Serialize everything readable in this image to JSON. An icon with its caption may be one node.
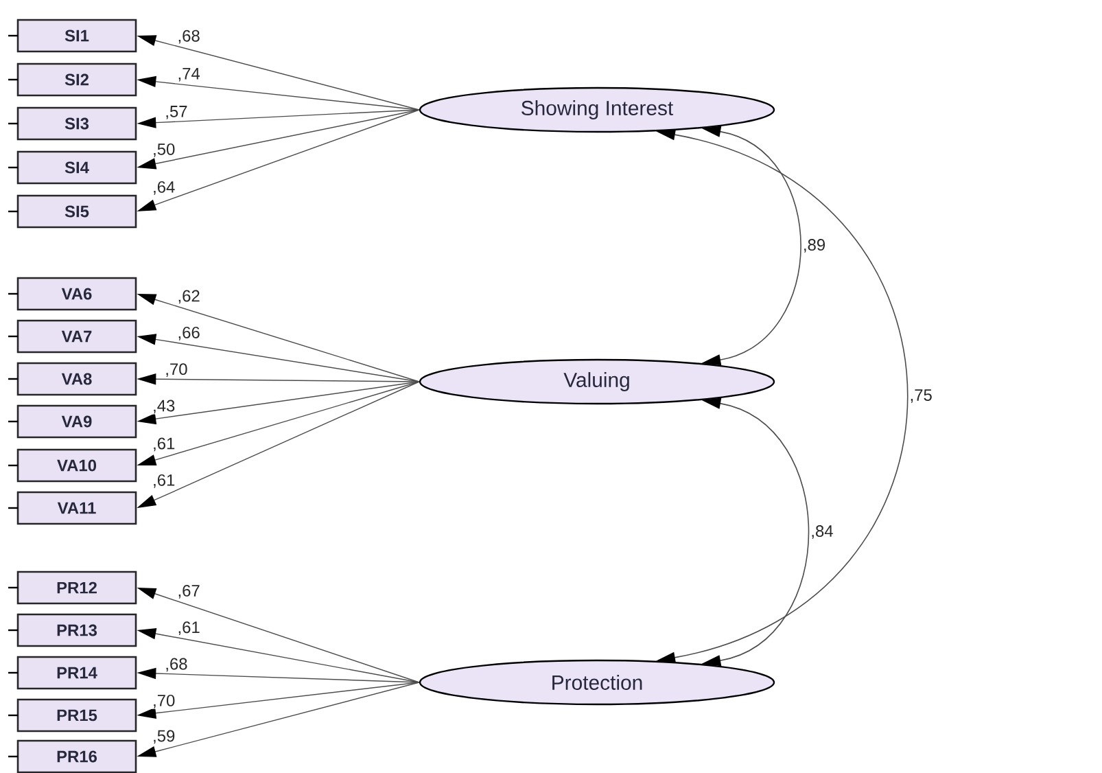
{
  "diagram": {
    "nodes": [
      {
        "text": [
          "SI1"
        ]
      },
      {
        "text": [
          "SI2"
        ]
      },
      {
        "text": [
          "SI3"
        ]
      },
      {
        "text": [
          "SI4"
        ]
      },
      {
        "text": [
          "SI5"
        ]
      },
      {
        "text": [
          "Showing Interest"
        ]
      },
      {
        "text": [
          "VA6"
        ]
      },
      {
        "text": [
          "VA7"
        ]
      },
      {
        "text": [
          "VA8"
        ]
      },
      {
        "text": [
          "VA9"
        ]
      },
      {
        "text": [
          "VA10"
        ]
      },
      {
        "text": [
          "VA11"
        ]
      },
      {
        "text": [
          "Valuing"
        ]
      },
      {
        "text": [
          "PR12"
        ]
      },
      {
        "text": [
          "PR13"
        ]
      },
      {
        "text": [
          "PR14"
        ]
      },
      {
        "text": [
          "PR15"
        ]
      },
      {
        "text": [
          "PR16"
        ]
      },
      {
        "text": [
          "Protection"
        ]
      }
    ],
    "edges": [
      {
        "from": 5,
        "to": 0,
        "arrow": "to",
        "label": ",68"
      },
      {
        "from": 5,
        "to": 1,
        "arrow": "to",
        "label": ",74"
      },
      {
        "from": 5,
        "to": 2,
        "arrow": "to",
        "label": ",57"
      },
      {
        "from": 5,
        "to": 3,
        "arrow": "to",
        "label": ",50"
      },
      {
        "from": 5,
        "to": 4,
        "arrow": "to",
        "label": ",64"
      },
      {
        "from": 12,
        "to": 6,
        "arrow": "to",
        "label": ",62"
      },
      {
        "from": 12,
        "to": 7,
        "arrow": "to",
        "label": ",66"
      },
      {
        "from": 12,
        "to": 8,
        "arrow": "to",
        "label": ",70"
      },
      {
        "from": 12,
        "to": 9,
        "arrow": "to",
        "label": ",43"
      },
      {
        "from": 12,
        "to": 10,
        "arrow": "to",
        "label": ",61"
      },
      {
        "from": 12,
        "to": 11,
        "arrow": "to",
        "label": ",61"
      },
      {
        "from": 18,
        "to": 13,
        "arrow": "to",
        "label": ",67"
      },
      {
        "from": 18,
        "to": 14,
        "arrow": "to",
        "label": ",61"
      },
      {
        "from": 18,
        "to": 15,
        "arrow": "to",
        "label": ",68"
      },
      {
        "from": 18,
        "to": 16,
        "arrow": "to",
        "label": ",70"
      },
      {
        "from": 18,
        "to": 17,
        "arrow": "to",
        "label": ",59"
      },
      {
        "from": 5,
        "to": 12,
        "arrow": "both",
        "label": ",89"
      },
      {
        "from": 12,
        "to": 18,
        "arrow": "both",
        "label": ",84"
      },
      {
        "from": 5,
        "to": 18,
        "arrow": "both",
        "label": ",75"
      }
    ]
  }
}
